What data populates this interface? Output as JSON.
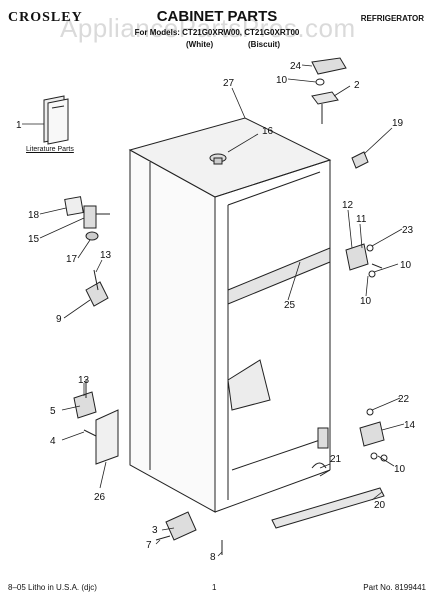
{
  "header": {
    "brand": "CROSLEY",
    "title": "CABINET PARTS",
    "category": "REFRIGERATOR",
    "models": "For Models: CT21G0XRW00, CT21G0XRT00",
    "finish_white": "(White)",
    "finish_biscuit": "(Biscuit)",
    "watermark": "AppliancePartsPros.com"
  },
  "literature_label": "Literature Parts",
  "footer": {
    "left": "8–05 Litho in U.S.A. (djc)",
    "page": "1",
    "part_number": "Part No. 8199441"
  },
  "callouts": {
    "c1": "1",
    "c2": "2",
    "c3": "3",
    "c4": "4",
    "c5": "5",
    "c7": "7",
    "c8": "8",
    "c9": "9",
    "c10a": "10",
    "c10b": "10",
    "c10c": "10",
    "c10d": "10",
    "c11": "11",
    "c12": "12",
    "c13a": "13",
    "c13b": "13",
    "c14": "14",
    "c15": "15",
    "c16": "16",
    "c17": "17",
    "c18": "18",
    "c19": "19",
    "c20": "20",
    "c21": "21",
    "c22": "22",
    "c23": "23",
    "c24": "24",
    "c25": "25",
    "c26": "26",
    "c27": "27"
  }
}
